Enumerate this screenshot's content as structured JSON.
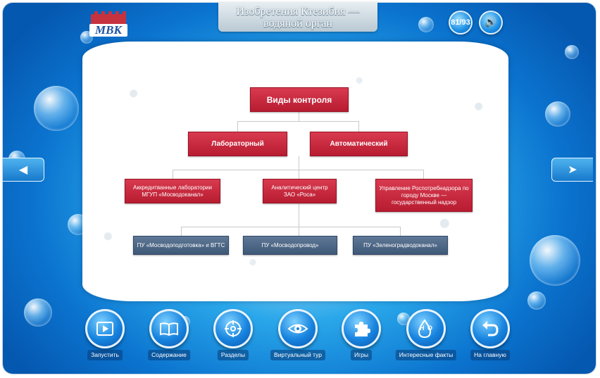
{
  "header": {
    "logo_text": "МВК",
    "title": "Изобретения Ктезибия — водяной орган",
    "page_counter": "81/93"
  },
  "diagram": {
    "root": "Виды контроля",
    "level1": [
      "Лабораторный",
      "Автоматический"
    ],
    "level2": [
      "Аккредитванные лаборатории МГУП «Мосводоканал»",
      "Аналитический центр ЗАО «Роса»",
      "Управление Роспотребнадзора по городу Москве — государственный надзор"
    ],
    "level3": [
      "ПУ «Мосводоподготовка» и ВГТС",
      "ПУ «Мосводопровод»",
      "ПУ «Зеленоградводоканал»"
    ]
  },
  "toolbar": {
    "items": [
      {
        "label": "Запустить",
        "icon": "play-icon"
      },
      {
        "label": "Содержание",
        "icon": "book-icon"
      },
      {
        "label": "Разделы",
        "icon": "target-icon"
      },
      {
        "label": "Виртуальный тур",
        "icon": "eye-icon"
      },
      {
        "label": "Игры",
        "icon": "puzzle-icon"
      },
      {
        "label": "Интересные факты",
        "icon": "water-drop-icon",
        "icon_text": "H O"
      },
      {
        "label": "На главную",
        "icon": "back-arrow-icon"
      }
    ]
  },
  "colors": {
    "accent_red": "#c8263b",
    "accent_blue": "#4a6585",
    "background_blue": "#1b8fe4"
  }
}
